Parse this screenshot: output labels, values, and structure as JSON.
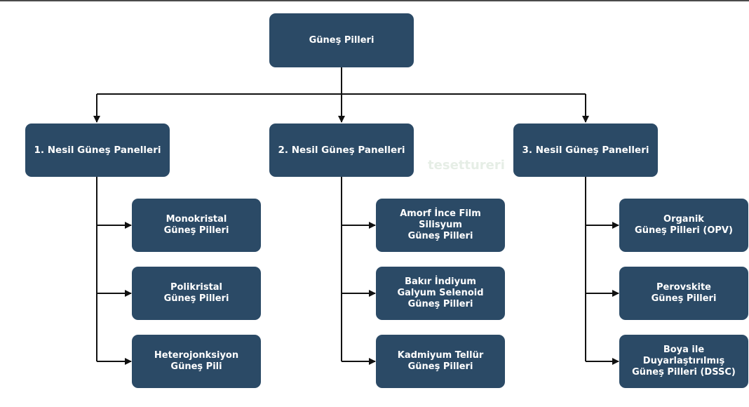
{
  "colors": {
    "box": "#2b4a66",
    "text": "#ffffff",
    "connector": "#111111",
    "watermark": "#e6eee6"
  },
  "root": {
    "label": "Güneş Pilleri"
  },
  "generations": [
    {
      "label": "1. Nesil Güneş Panelleri",
      "children": [
        {
          "label": "Monokristal\nGüneş Pilleri"
        },
        {
          "label": "Polikristal\nGüneş Pilleri"
        },
        {
          "label": "Heterojonksiyon\nGüneş Pili"
        }
      ]
    },
    {
      "label": "2. Nesil Güneş Panelleri",
      "children": [
        {
          "label": "Amorf İnce Film\nSilisyum\nGüneş Pilleri"
        },
        {
          "label": "Bakır İndiyum\nGalyum Selenoid\nGüneş Pilleri"
        },
        {
          "label": "Kadmiyum Tellür\nGüneş Pilleri"
        }
      ]
    },
    {
      "label": "3. Nesil Güneş Panelleri",
      "children": [
        {
          "label": "Organik\nGüneş Pilleri (OPV)"
        },
        {
          "label": "Perovskite\nGüneş Pilleri"
        },
        {
          "label": "Boya ile\nDuyarlaştırılmış\nGüneş Pilleri (DSSC)"
        }
      ]
    }
  ],
  "watermark": {
    "text": "tesettureri"
  }
}
